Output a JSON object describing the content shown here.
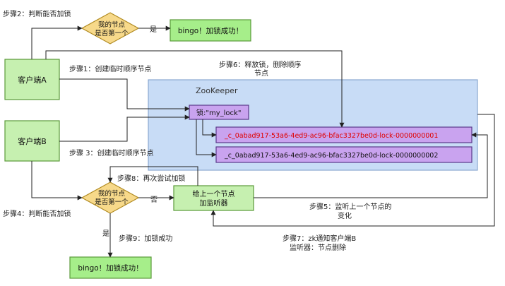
{
  "diagram": {
    "client_a": "客户端A",
    "client_b": "客户端B",
    "zookeeper_title": "ZooKeeper",
    "lock_node": "锁:\"my_lock\"",
    "seq_node_1": "_c_0abad917-53a6-4ed9-ac96-bfac3327be0d-lock-0000000001",
    "seq_node_2": "_c_0abad917-53a6-4ed9-ac96-bfac3327be0d-lock-0000000002",
    "decision_top": {
      "line1": "我的节点",
      "line2": "是否第一个"
    },
    "decision_bottom": {
      "line1": "我的节点",
      "line2": "是否第一个"
    },
    "success_top": "bingo！加锁成功！",
    "success_bottom": "bingo！加锁成功！",
    "listener_box": {
      "line1": "给上一个节点",
      "line2": "加监听器"
    },
    "yes_label": "是",
    "no_label": "否",
    "yes_label_bottom": "是",
    "steps": {
      "step1": "步骤1：创建临时顺序节点",
      "step2": "步骤2：判断能否加锁",
      "step3": "步骤 3：创建临时顺序节点",
      "step4": "步骤4：判断能否加锁",
      "step5_line1": "步骤5：监听上一个节点的",
      "step5_line2": "变化",
      "step6_line1": "步骤6：释放锁，删除顺序",
      "step6_line2": "节点",
      "step7_line1": "步骤7：zk通知客户端B",
      "step7_line2": "监听器：节点删除",
      "step8": "步骤8：再次尝试加锁",
      "step9": "步骤9：加锁成功"
    },
    "colors": {
      "client_fill": "#c6f0b0",
      "client_stroke": "#5a9a3a",
      "decision_fill": "#f7d98a",
      "decision_stroke": "#b08a20",
      "success_fill": "#a6ee8a",
      "zk_fill": "#c8dcf6",
      "zk_stroke": "#8aa8d0",
      "node_fill": "#c9a3ef",
      "node_stroke": "#5a3a8a",
      "node1_text": "#e00000",
      "line": "#222222"
    }
  }
}
